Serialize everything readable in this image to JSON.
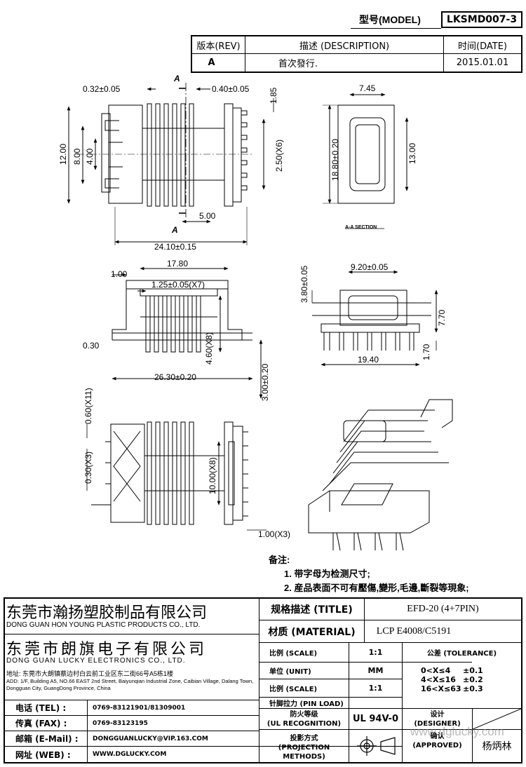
{
  "header": {
    "model_label": "型号(MODEL)",
    "model_value": "LKSMD007-3",
    "rev_label": "版本(REV)",
    "desc_label": "描述 (DESCRIPTION)",
    "date_label": "时间(DATE)",
    "rev_value": "A",
    "desc_value": "首次發行.",
    "date_value": "2015.01.01"
  },
  "views": {
    "front": {
      "dim_D": "0.32±0.05",
      "dim_E": "0.40±0.05",
      "dim_F": "1.85",
      "dim_A": "12.00",
      "dim_B2": "8.00",
      "dim_C": "4.00",
      "dim_G": "2.50(X6)",
      "dim_H": "5.00",
      "dim_I": "24.10±0.15",
      "section_marker": "A"
    },
    "side": {
      "dim_U": "7.45",
      "dim_V": "18.80±0.20",
      "dim_W": "13.00",
      "section_label": "A-A SECTION"
    },
    "bottom": {
      "dim_J": "17.80",
      "dim_K": "1.00",
      "dim_M": "1.25±0.05(X7)",
      "dim_L": "0.30",
      "dim_N": "4.60(X8)",
      "dim_P": "26.30±0.20",
      "dim_O": "3.00±0.20"
    },
    "end": {
      "dim_Y": "3.80±0.05",
      "dim_X": "9.20±0.05",
      "dim_Z": "7.70",
      "dim_B1": "1.70",
      "dim_A1": "19.40"
    },
    "top": {
      "dim_Q": "0.60(X11)",
      "dim_R": "0.30(X3)",
      "dim_S": "10.00(X8)",
      "dim_T": "1.00(X3)"
    }
  },
  "notes": {
    "title": "备注:",
    "items": [
      "1. 带字母为检测尺寸;",
      "2. 産品表面不可有壓傷,變形,毛邊,斷裂等現象;"
    ]
  },
  "company": {
    "name1_cn": "东莞市瀚扬塑胶制品有限公司",
    "name1_en": "DONG GUAN HON YOUNG PLASTIC PRODUCTS CO., LTD.",
    "name2_cn": "东莞市朗旗电子有限公司",
    "name2_en": "DONG GUAN LUCKY ELECTRONICS CO., LTD.",
    "address_cn": "地址: 东莞市大朗镇蔡边村白云前工业区东二街66号A5栋1楼",
    "address_en": "ADD: 1/F, Building A5, NO.66 EAST 2nd Street, Baiyunqian Industrial Zone, Caibian Village, Dalang Town, Dongguan City, GuangDong Province, China"
  },
  "contacts": [
    {
      "label": "电话 (TEL) :",
      "value": "0769-83121901/81309001"
    },
    {
      "label": "传真 (FAX) :",
      "value": "0769-83123195"
    },
    {
      "label": "邮箱 (E-Mail) :",
      "value": "DONGGUANLUCKY@VIP.163.COM"
    },
    {
      "label": "网址 (WEB) :",
      "value": "WWW.DGLUCKY.COM"
    }
  ],
  "spec": {
    "title_label": "规格描述 (TITLE)",
    "title_value": "EFD-20 (4+7PIN)",
    "material_label": "材质 (MATERIAL)",
    "material_value": "LCP E4008/C5191",
    "scale_label": "比例 (SCALE)",
    "scale_value": "1:1",
    "unit_label": "单位 (UNIT)",
    "unit_value": "MM",
    "scale2_label": "比例 (SCALE)",
    "scale2_value": "1:1",
    "pin_load_label": "针脚拉力 (PIN LOAD)",
    "ul_label_cn": "防火等级",
    "ul_label_en": "(UL RECOGNITION)",
    "ul_value": "UL 94V-0",
    "proj_label_cn": "投影方式",
    "proj_label_en": "(PROJECTION METHODS)",
    "tolerance_label": "公差 (TOLERANCE)",
    "tolerances": [
      {
        "range": "0<X≤4",
        "value": "±0.1"
      },
      {
        "range": "4<X≤16",
        "value": "±0.2"
      },
      {
        "range": "16<X≤63",
        "value": "±0.3"
      }
    ],
    "designer_cn": "设计",
    "designer_en": "(DESIGNER)",
    "approved_cn": "确认",
    "approved_en": "(APPROVED)",
    "approver_name": "杨炳林",
    "watermark": "www.dglucky.com"
  }
}
